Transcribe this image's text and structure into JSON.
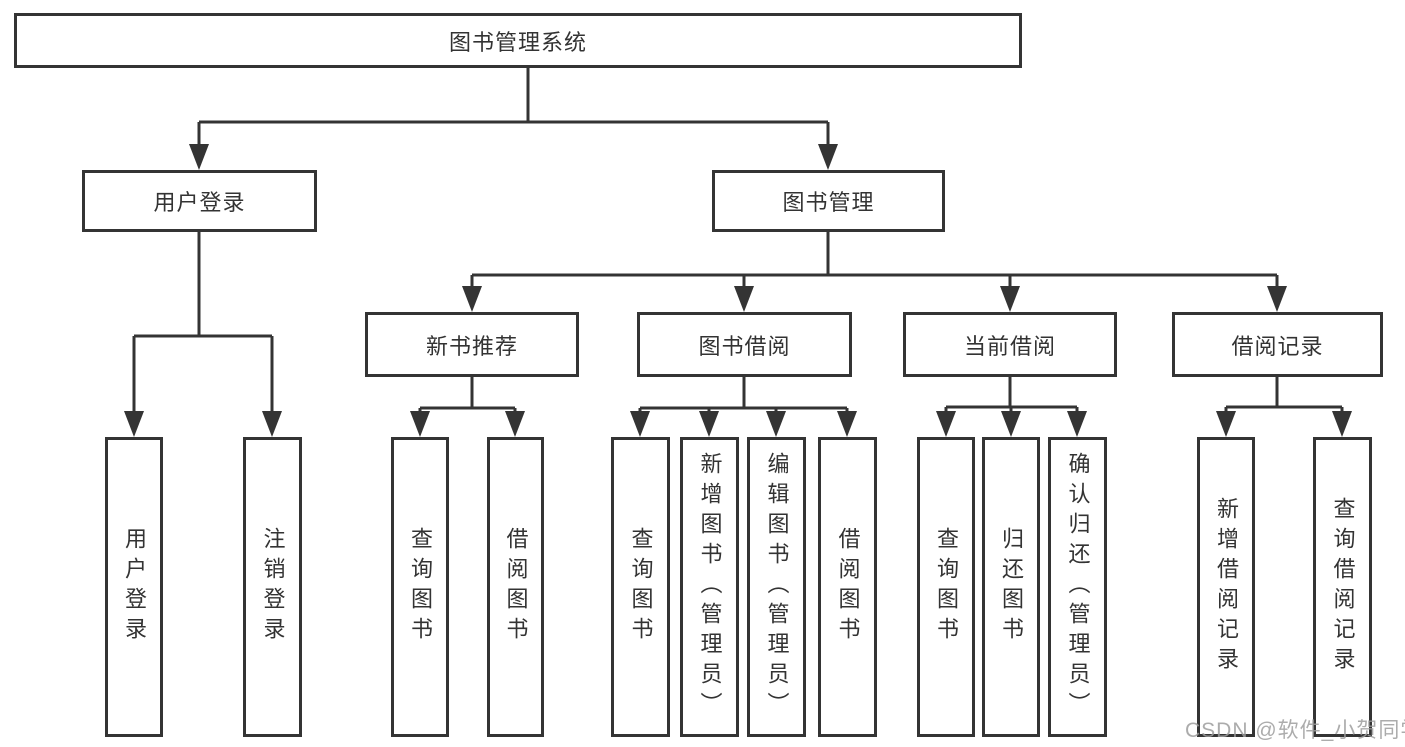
{
  "diagram": {
    "root": {
      "label": "图书管理系统"
    },
    "level2": [
      {
        "label": "用户登录"
      },
      {
        "label": "图书管理"
      }
    ],
    "level3": [
      {
        "label": "新书推荐"
      },
      {
        "label": "图书借阅"
      },
      {
        "label": "当前借阅"
      },
      {
        "label": "借阅记录"
      }
    ],
    "leaves": [
      {
        "parent": "用户登录",
        "label": "用户登录"
      },
      {
        "parent": "用户登录",
        "label": "注销登录"
      },
      {
        "parent": "新书推荐",
        "label": "查询图书"
      },
      {
        "parent": "新书推荐",
        "label": "借阅图书"
      },
      {
        "parent": "图书借阅",
        "label": "查询图书"
      },
      {
        "parent": "图书借阅",
        "label": "新增图书（管理员）"
      },
      {
        "parent": "图书借阅",
        "label": "编辑图书（管理员）"
      },
      {
        "parent": "图书借阅",
        "label": "借阅图书"
      },
      {
        "parent": "当前借阅",
        "label": "查询图书"
      },
      {
        "parent": "当前借阅",
        "label": "归还图书"
      },
      {
        "parent": "当前借阅",
        "label": "确认归还（管理员）"
      },
      {
        "parent": "借阅记录",
        "label": "新增借阅记录"
      },
      {
        "parent": "借阅记录",
        "label": "查询借阅记录"
      }
    ],
    "watermark": "CSDN @软件_小贺同学",
    "colors": {
      "line": "#343434",
      "text": "#333333",
      "background": "#ffffff",
      "watermark": "#9e9e9e"
    }
  }
}
